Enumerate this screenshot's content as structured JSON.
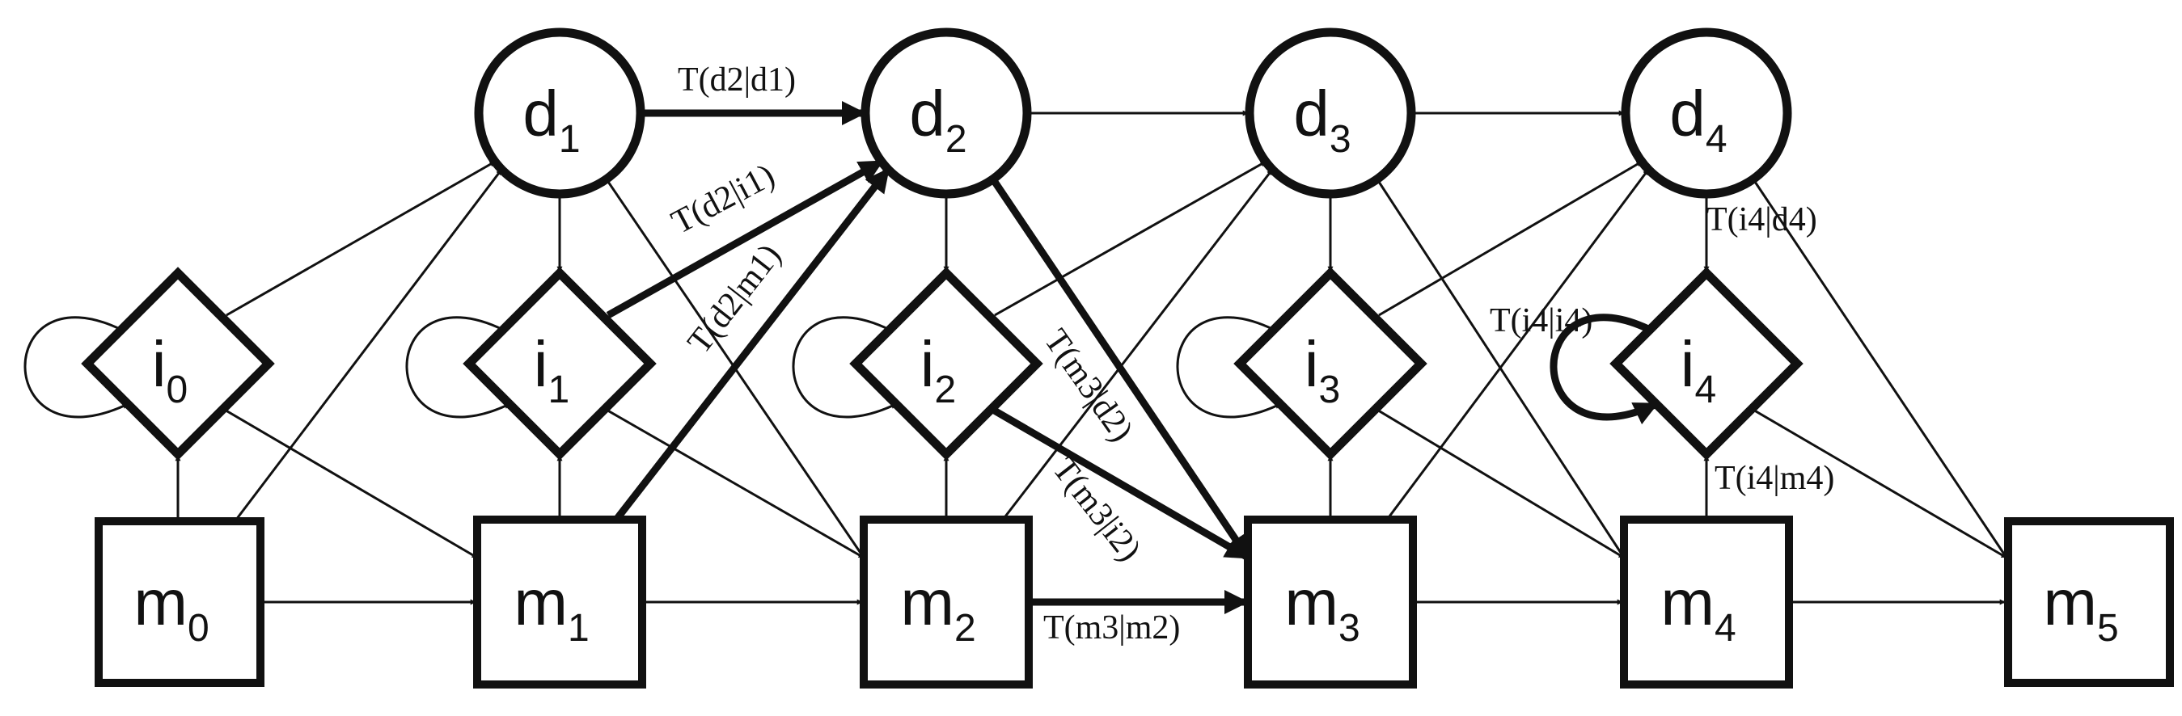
{
  "diagram": {
    "colors": {
      "stroke": "#111111",
      "background": "#ffffff"
    },
    "nodes": [
      {
        "id": "d1",
        "shape": "circle",
        "letter": "d",
        "index": "1"
      },
      {
        "id": "d2",
        "shape": "circle",
        "letter": "d",
        "index": "2"
      },
      {
        "id": "d3",
        "shape": "circle",
        "letter": "d",
        "index": "3"
      },
      {
        "id": "d4",
        "shape": "circle",
        "letter": "d",
        "index": "4"
      },
      {
        "id": "i0",
        "shape": "diamond",
        "letter": "i",
        "index": "0"
      },
      {
        "id": "i1",
        "shape": "diamond",
        "letter": "i",
        "index": "1"
      },
      {
        "id": "i2",
        "shape": "diamond",
        "letter": "i",
        "index": "2"
      },
      {
        "id": "i3",
        "shape": "diamond",
        "letter": "i",
        "index": "3"
      },
      {
        "id": "i4",
        "shape": "diamond",
        "letter": "i",
        "index": "4"
      },
      {
        "id": "m0",
        "shape": "square",
        "letter": "m",
        "index": "0"
      },
      {
        "id": "m1",
        "shape": "square",
        "letter": "m",
        "index": "1"
      },
      {
        "id": "m2",
        "shape": "square",
        "letter": "m",
        "index": "2"
      },
      {
        "id": "m3",
        "shape": "square",
        "letter": "m",
        "index": "3"
      },
      {
        "id": "m4",
        "shape": "square",
        "letter": "m",
        "index": "4"
      },
      {
        "id": "m5",
        "shape": "square",
        "letter": "m",
        "index": "5"
      }
    ],
    "edge_labels": [
      {
        "id": "t-d2-d1",
        "text": "T(d2|d1)"
      },
      {
        "id": "t-d2-i1",
        "text": "T(d2|i1)"
      },
      {
        "id": "t-d2-m1",
        "text": "T(d2|m1)"
      },
      {
        "id": "t-m3-d2",
        "text": "T(m3|d2)"
      },
      {
        "id": "t-m3-i2",
        "text": "T(m3|i2)"
      },
      {
        "id": "t-m3-m2",
        "text": "T(m3|m2)"
      },
      {
        "id": "t-i4-d4",
        "text": "T(i4|d4)"
      },
      {
        "id": "t-i4-i4",
        "text": "T(i4|i4)"
      },
      {
        "id": "t-i4-m4",
        "text": "T(i4|m4)"
      }
    ]
  }
}
